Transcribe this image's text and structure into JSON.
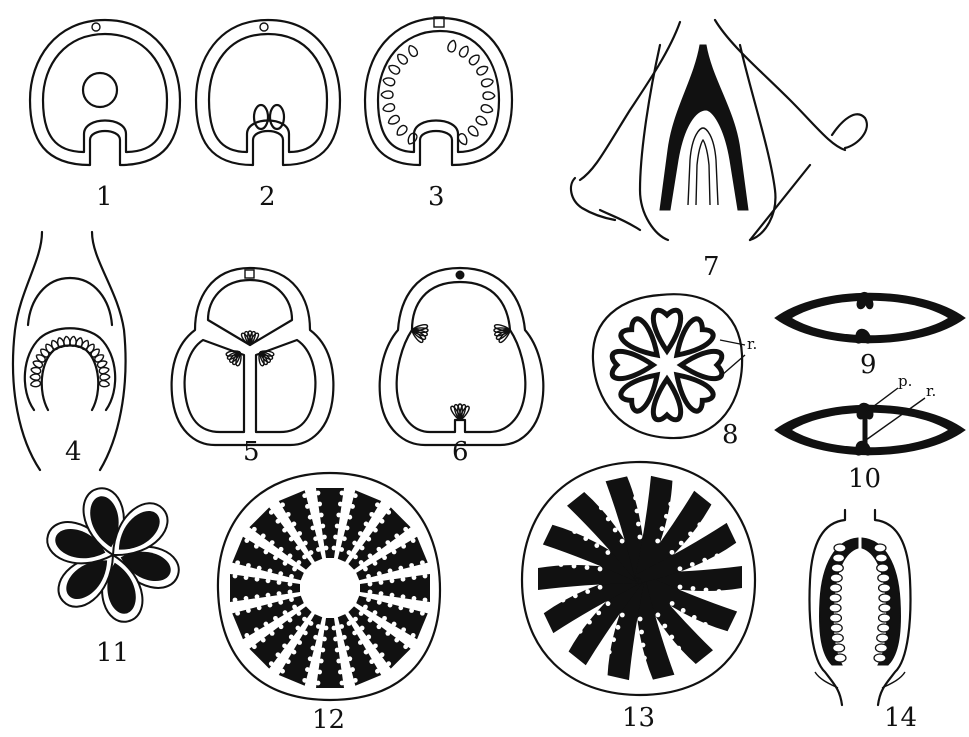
{
  "figures": [
    {
      "label": "1"
    },
    {
      "label": "2"
    },
    {
      "label": "3"
    },
    {
      "label": "4"
    },
    {
      "label": "5"
    },
    {
      "label": "6"
    },
    {
      "label": "7"
    },
    {
      "label": "8"
    },
    {
      "label": "9"
    },
    {
      "label": "10"
    },
    {
      "label": "11"
    },
    {
      "label": "12"
    },
    {
      "label": "13"
    },
    {
      "label": "14"
    }
  ],
  "annotations": {
    "fig8_r": "r.",
    "fig10_p": "p.",
    "fig10_r": "r."
  }
}
